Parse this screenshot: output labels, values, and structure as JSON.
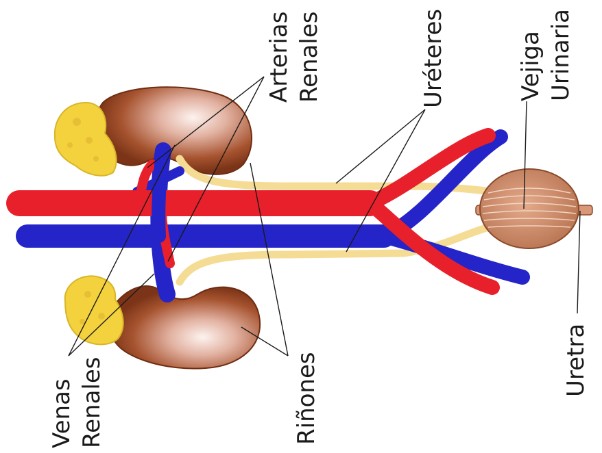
{
  "labels": {
    "arterias_renales": [
      "Arterias",
      "Renales"
    ],
    "ureteres": [
      "Uréteres"
    ],
    "vejiga_urinaria": [
      "Vejiga",
      "Urinaria"
    ],
    "venas_renales": [
      "Venas",
      "Renales"
    ],
    "rinones": [
      "Riñones"
    ],
    "uretra": [
      "Uretra"
    ]
  },
  "colors": {
    "artery": "#e8202b",
    "vein": "#2424c8",
    "ureter": "#f5dc95",
    "kidney": "#a04a2a",
    "kidney_highlight": "#fbe9e3",
    "adrenal": "#f3d23e",
    "bladder": "#c88360",
    "leader_line": "#1a1a1a"
  }
}
